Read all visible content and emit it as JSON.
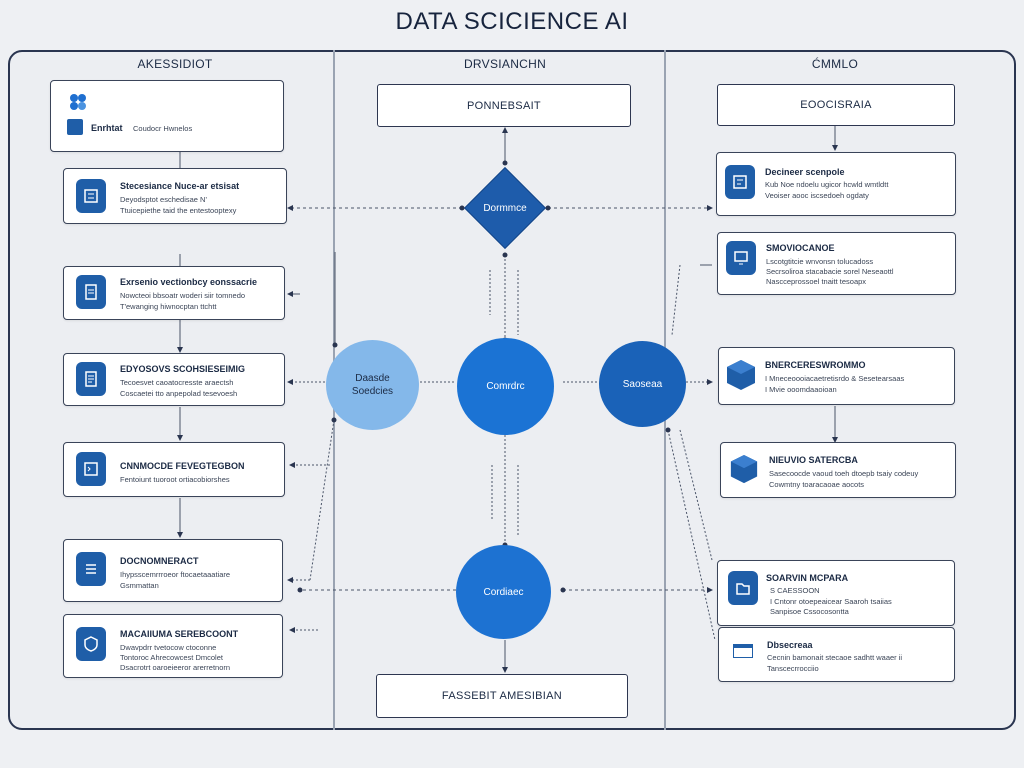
{
  "title": "DATA SCICIENCE AI",
  "columns": {
    "left": "AKESSIDIOT",
    "middle": "DRVSIANCHN",
    "right": "ĆMMLO"
  },
  "left_top": {
    "title": "Enrhtat",
    "subtitle": "Coudocr Hwnelos"
  },
  "left_cards": [
    {
      "title": "Stecesiance Nuce-ar etsisat",
      "lines": [
        "Deyodsptot eschedisae  N'",
        "Ttuicepiethe taid the entestooptexy"
      ]
    },
    {
      "title": "Exrsenio vectionbcy eonssacrie",
      "lines": [
        "Nowcteoi bbsoatr woderi siir tomnedo",
        "T'ewanging hiwnocptan ttchtt"
      ]
    },
    {
      "title": "EDYOSOVS SCOHSIESEIMIG",
      "lines": [
        "Tecoesvet caoatocresste araectsh",
        "Coscaetei tto anpepolad tesevoesh"
      ]
    },
    {
      "title": "CNNMOCDE FEVEGTEGBON",
      "lines": [
        "Fentoiunt tuoroot ortiacobiorshes"
      ]
    },
    {
      "title": "DOCNOMNERACT",
      "lines": [
        "Ihypsscemrrroeor ftocaetaaatiare",
        "Gsmmattan"
      ]
    },
    {
      "title": "MACAIIUMA SEREBCOONT",
      "lines": [
        "Dwavpdrr tvetocow ctoconne",
        "Tontoroc Ahrecowcest Dmcolet",
        "Dsacrotrt oaroeieeror arerretnorn"
      ]
    }
  ],
  "middle": {
    "top_box": "PONNEBSAIT",
    "diamond": "Dormmce",
    "circle_left": "Daasde\nSoedcies",
    "circle_center": "Comrdrc",
    "circle_right": "Saoseaa",
    "circle_bottom": "Cordiaec",
    "bottom_box": "FASSEBIT AMESIBIAN"
  },
  "right_top": {
    "title": "EOOCISRAIA"
  },
  "right_cards": [
    {
      "title": "Decineer scenpole",
      "lines": [
        "Kub Noe ndoelu ugicor hcwld wmtldtt",
        "Veoiser aooc iscsedoeh ogdaty"
      ]
    },
    {
      "title": "SMOVIOCANOE",
      "lines": [
        "Lscotgtitcie wnvonsn tolucadoss",
        "Secrsoliroa stacabacie sorel Neseaottl",
        "Nascceprossoel tnaitt tesoapx"
      ]
    },
    {
      "title": "BNERCERESWROMMO",
      "lines": [
        "I Mneceoooiacaetretisrdo & Sesetearsaas",
        "I Mvie ooomdaaoioan"
      ]
    },
    {
      "title": "NIEUVIO SATERCBA",
      "lines": [
        "Sasecoocde vaoud toeh dtoepb tsaiy codeuy",
        "Cowmtny toaracaoae aocots"
      ]
    },
    {
      "title": "SOARVIN MCPARA",
      "lines": [
        "S CAESSOON",
        "I Cntonr otoepeaicear  Saaroh tsaiias",
        "Sanpisoe Cssocosontta"
      ]
    },
    {
      "title": "Dbsecreaa",
      "lines": [
        "Cecnin bamonait stecaoe sadhtt waaer ii",
        "Tanscecrrocciio"
      ]
    }
  ],
  "colors": {
    "accent_dark": "#1f5ea8",
    "circle_light": "#7fb3e6",
    "circle_mid": "#1b73d4",
    "circle_deep": "#1a62b8"
  },
  "icons": {
    "left_top": "ai-logo-icon",
    "left_cards": [
      "circuit-icon",
      "document-icon",
      "report-icon",
      "terminal-icon",
      "list-icon",
      "shield-icon"
    ],
    "right_cards": [
      "dashboard-icon",
      "monitor-icon",
      "cube-icon",
      "cube-icon",
      "folder-icon",
      "window-icon"
    ]
  }
}
